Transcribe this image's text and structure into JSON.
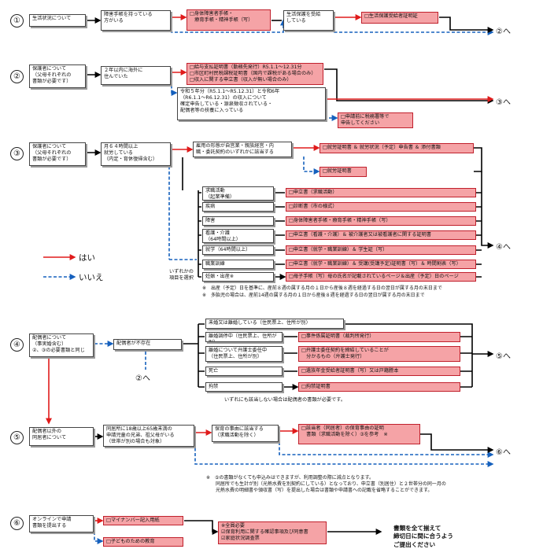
{
  "legend": {
    "yes": "はい",
    "no": "いいえ"
  },
  "go": {
    "g2": "②へ",
    "g3": "③へ",
    "g4": "④へ",
    "g5": "⑤へ",
    "g6": "⑥へ"
  },
  "s1": {
    "num": "①",
    "label": "生活状況について",
    "q": "障害手帳を持っている\n方がいる",
    "red_doc": "□身体障害者手帳・\n　療育手帳・精神手帳（写）",
    "q2": "生活保護を受給\nしている",
    "red_doc2": "□生活保護受給者証明証"
  },
  "s2": {
    "num": "②",
    "label": "保護者について\n（父母それぞれの\n書類が必要です）",
    "q": "２年以内に海外に\n住んでいた",
    "red_doc": "□給与支払証明書（勤務先発行）R5.1.1～12.31分\n□市区町村民税課税証明書（国内で課税がある場合のみ）\n□収入に関する申立書（収入が無い場合のみ）",
    "q2": "令和５年分（R5.1.1～R5.12.31）と令和6年\n（R6.1.1～R6.12.31）の収入について\n確定申告している・源泉徴収されている・\n配偶者等の扶養に入っている",
    "red_doc2": "□申請前に税務署等で\n申告してください"
  },
  "s3": {
    "num": "③",
    "label": "保護者について\n（父母それぞれの\n書類が必要です）",
    "q": "月６４時間以上\n就労している\n（内定・育休復帰含む）",
    "q2": "雇用の形態が自営業・親族経営・内\n職・委託契約のいずれかに該当する",
    "red_doc": "□就労証明書 ＆ 就労状況（予定）申告書 ＆ 添付書類",
    "red_doc2": "□就労証明書",
    "choose": "いずれかの\n項目を選択",
    "items": [
      {
        "label": "求職活動\n（起業準備）",
        "doc": "□申立書（求職活動）"
      },
      {
        "label": "疾病",
        "doc": "□診断書（市の様式）"
      },
      {
        "label": "障害",
        "doc": "□身体障害者手帳・療育手帳・精神手帳（写）"
      },
      {
        "label": "看護・介護\n（64時間以上）",
        "doc": "□申立書（看護・介護）＆ 被介護者又は被看護者に関する証明書"
      },
      {
        "label": "就学（64時間以上）",
        "doc": "□申立書（就学・職業訓練）＆ 学生証（写）"
      },
      {
        "label": "職業訓練",
        "doc": "□申立書（就学・職業訓練）＆ 受講(受講予定)証明書（写）＆ 時間割表（写）"
      },
      {
        "label": "妊娠・出産※",
        "doc": "□母子手帳（写）母の氏名が記載されているページ＆出産（予定）日のページ"
      }
    ],
    "note1": "※　出産（予定）日を基準に、産前８週の属する月の１日から産後８週を経過する日の翌日が属する月の末日まで",
    "note2": "※　多胎児の場合は、産前14週の属する月の１日から産後８週を経過する日の翌日が属する月の末日まで"
  },
  "s4": {
    "num": "④",
    "label": "配偶者について\n（事実婚含む）\n②、③の必要書類と同じ",
    "q": "配偶者が不存在",
    "items": [
      {
        "label": "未婚又は離婚している（住民票上、住所が別）",
        "doc": ""
      },
      {
        "label": "離婚調停中（住民票上、住所が別）",
        "doc": "□事件係属証明書（裁判所発行）"
      },
      {
        "label": "離婚について弁護士委任中\n（住民票上、住所が別）",
        "doc": "□弁護士委任契約を締結していることが\n　分かるもの（弁護士発行）"
      },
      {
        "label": "死亡",
        "doc": "□遺族年金受給者証明書（写）又は戸籍謄本"
      },
      {
        "label": "拘禁",
        "doc": "□拘禁証明書"
      }
    ],
    "note": "いずれにも該当しない場合は配偶者の書類が必要です。"
  },
  "s5": {
    "num": "⑤",
    "label": "配偶者以外の\n同居者について",
    "q": "同居所に18歳以上65歳未満の\n申請児童の兄弟、祖父母がいる\n（世帯が別の場合も対象）",
    "q2": "保育の事由に該当する\n（求職活動を除く）",
    "red_doc": "□該当者（同居者）の保育事由の証明\n　書類（求職活動を除く）③を参考　※",
    "note": "※　⑤の書類がなくても申込みはできますが、利用調整の際に減点となります。\n　　同居所でも生計が別（光熱水費を別契約にしている）となっており、申立書（別居住）と２世帯分の同一月の\n　　光熱水費の明細書や領収書（写）を提出した場合は書類や申請書への記載を省略することができます。"
  },
  "s6": {
    "num": "⑥",
    "label": "オンラインで申請\n書類を提出する",
    "red_doc": "□マイナンバー記入用紙",
    "red_doc2": "□子どものための教育",
    "checklist": "※全員必要\n☑保育利用に関する確認事項及び同意書\n☑家庭状況調査票",
    "final": "書類を全て揃えて\n締切日に間に合うよう\nご提出ください"
  }
}
